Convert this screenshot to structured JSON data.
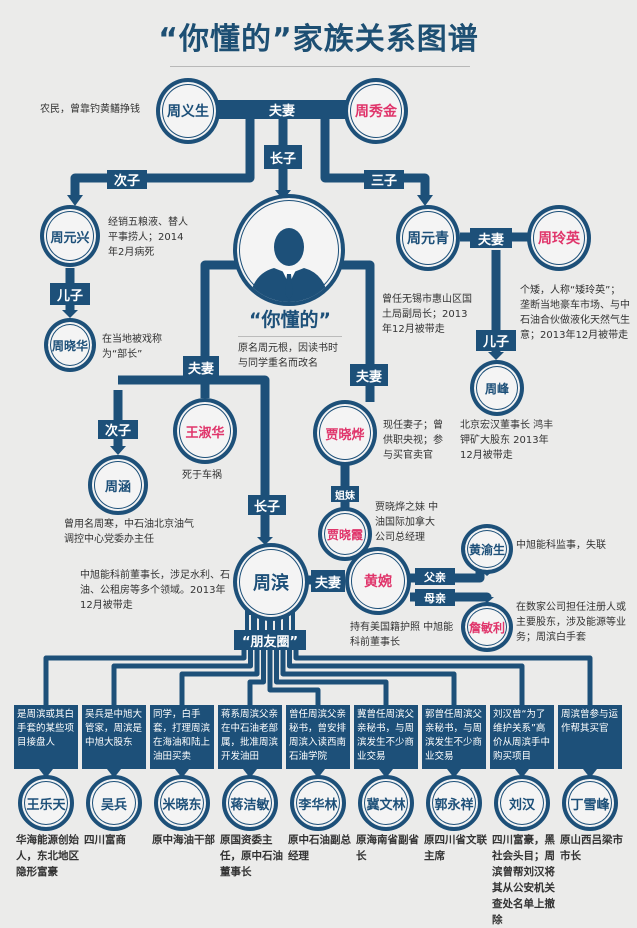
{
  "title": "“你懂的”家族关系图谱",
  "colors": {
    "primary": "#1d5079",
    "female": "#e0356b",
    "background": "#ebebea"
  },
  "relations": {
    "spouse": "夫妻",
    "eldest_son": "长子",
    "second_son": "次子",
    "third_son": "三子",
    "son": "儿子",
    "sisters": "姐妹",
    "father": "父亲",
    "mother": "母亲",
    "friends": "“朋友圈”"
  },
  "people": {
    "zhou_yisheng": {
      "name": "周义生",
      "desc": "农民，曾靠钓黄鳝挣钱"
    },
    "zhou_xiujin": {
      "name": "周秀金"
    },
    "central": {
      "name": "“你懂的”",
      "desc": "原名周元根，因读书时与同学重名而改名"
    },
    "zhou_yuanxing": {
      "name": "周元兴",
      "desc": "经销五粮液、替人平事捞人；2014年2月病死"
    },
    "zhou_xiaohua": {
      "name": "周晓华",
      "desc": "在当地被戏称为“部长”"
    },
    "zhou_yuanqing": {
      "name": "周元青",
      "desc": "曾任无锡市惠山区国土局副局长；2013年12月被带走"
    },
    "zhou_lingying": {
      "name": "周玲英",
      "desc": "个矮，人称“矮玲英”；垄断当地豪车市场、与中石油合伙做液化天然气生意；2013年12月被带走"
    },
    "zhou_feng": {
      "name": "周峰",
      "desc": "北京宏汉董事长 鸿丰钾矿大股东 2013年12月被带走"
    },
    "wang_shuhua": {
      "name": "王淑华",
      "desc": "死于车祸"
    },
    "zhou_han": {
      "name": "周涵",
      "desc": "曾用名周寒，中石油北京油气调控中心党委办主任"
    },
    "jia_xiaoye": {
      "name": "贾晓烨",
      "desc": "现任妻子；曾供职央视；参与买官卖官"
    },
    "jia_xiaoxia": {
      "name": "贾晓霞",
      "desc": "贾晓烨之妹 中油国际加拿大公司总经理"
    },
    "zhou_bin": {
      "name": "周滨",
      "desc": "中旭能科前董事长，涉足水利、石油、公租房等多个领域。2013年12月被带走"
    },
    "huang_wan": {
      "name": "黄婉",
      "desc": "持有美国籍护照 中旭能科前董事长"
    },
    "huang_yusheng": {
      "name": "黄渝生",
      "desc": "中旭能科监事，失联"
    },
    "zhan_minli": {
      "name": "詹敏利",
      "desc": "在数家公司担任注册人或主要股东，涉及能源等业务；周滨白手套"
    }
  },
  "friends": [
    {
      "name": "王乐天",
      "relation": "是周滨或其白手套的某些项目接盘人",
      "desc": "华海能源创始人，东北地区隐形富豪"
    },
    {
      "name": "吴兵",
      "relation": "吴兵是中旭大管家，周滨是中旭大股东",
      "desc": "四川富商"
    },
    {
      "name": "米晓东",
      "relation": "同学，白手套，打理周滨在海油和陆上油田买卖",
      "desc": "原中海油干部"
    },
    {
      "name": "蒋洁敏",
      "relation": "蒋系周滨父亲在中石油老部属，批准周滨开发油田",
      "desc": "原国资委主任，原中石油董事长"
    },
    {
      "name": "李华林",
      "relation": "曾任周滨父亲秘书，曾安排周滨入读西南石油学院",
      "desc": "原中石油副总经理"
    },
    {
      "name": "冀文林",
      "relation": "冀曾任周滨父亲秘书，与周滨发生不少商业交易",
      "desc": "原海南省副省长"
    },
    {
      "name": "郭永祥",
      "relation": "郭曾任周滨父亲秘书，与周滨发生不少商业交易",
      "desc": "原四川省文联主席"
    },
    {
      "name": "刘汉",
      "relation": "刘汉曾“为了维护关系”高价从周滨手中购买项目",
      "desc": "四川富豪，黑社会头目；周滨曾帮刘汉将其从公安机关查处名单上撤除"
    },
    {
      "name": "丁雪峰",
      "relation": "周滨曾参与运作帮其买官",
      "desc": "原山西吕梁市市长"
    }
  ]
}
